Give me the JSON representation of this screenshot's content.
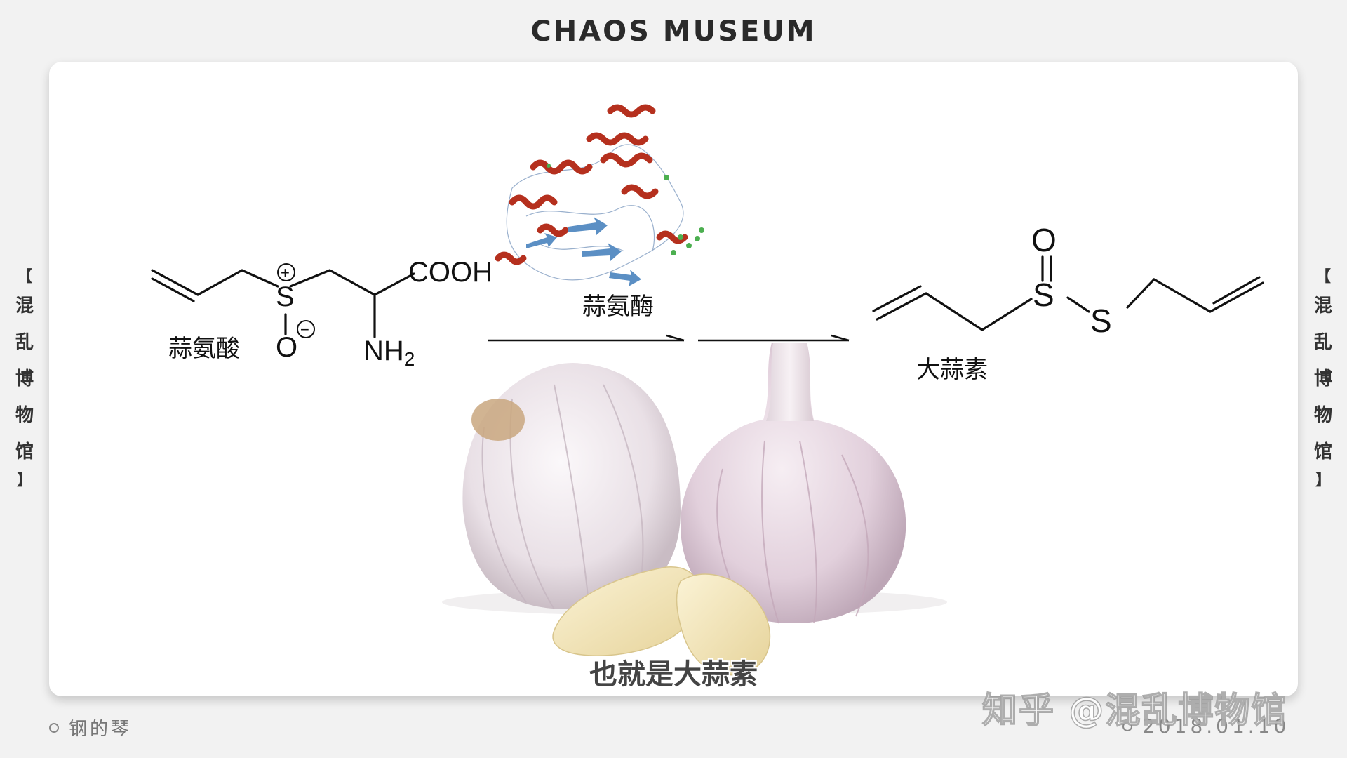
{
  "header": {
    "title": "CHAOS MUSEUM"
  },
  "side_left": {
    "open": "【",
    "chars": [
      "混",
      "乱",
      "博",
      "物",
      "馆"
    ],
    "close": "】"
  },
  "side_right": {
    "open": "【",
    "chars": [
      "混",
      "乱",
      "博",
      "物",
      "馆"
    ],
    "close": "】"
  },
  "reaction": {
    "reactant_label": "蒜氨酸",
    "enzyme_label": "蒜氨酶",
    "product_label": "大蒜素",
    "reactant_atoms": {
      "cooh": "COOH",
      "nh": "NH",
      "nh_sub": "2",
      "s": "S",
      "o": "O",
      "plus": "+",
      "minus": "−"
    },
    "product_atoms": {
      "s1": "S",
      "s2": "S",
      "o": "O"
    }
  },
  "subtitle": "也就是大蒜素",
  "footer": {
    "author": "钢的琴",
    "date": "2018.01.10",
    "watermark": "知乎 @混乱博物馆"
  },
  "colors": {
    "background": "#f2f2f2",
    "card": "#ffffff",
    "protein_helix": "#b5301e",
    "protein_sheet": "#5b8fc4",
    "garlic_skin": "#ece4ea",
    "garlic_clove": "#f3e6b8"
  },
  "icons": {
    "author_marker": "circle-icon",
    "date_marker": "circle-icon"
  }
}
